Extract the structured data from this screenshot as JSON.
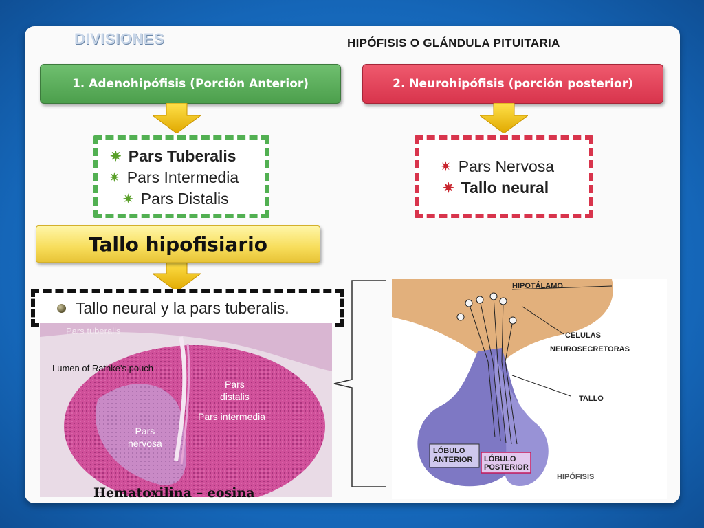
{
  "header": {
    "divisiones": "DIVISIONES",
    "title": "HIPÓFISIS O GLÁNDULA PITUITARIA"
  },
  "division1": {
    "label": "1. Adenohipófisis (Porción Anterior)",
    "items": [
      "Pars Tuberalis",
      "Pars Intermedia",
      "Pars Distalis"
    ],
    "color": "#52b052"
  },
  "division2": {
    "label": "2. Neurohipófisis (porción posterior)",
    "items": [
      "Pars Nervosa",
      "Tallo neural"
    ],
    "color": "#d8344c"
  },
  "tallo": {
    "title": "Tallo hipofisiario",
    "note": "Tallo neural y la pars tuberalis."
  },
  "histology": {
    "labels": {
      "pars_tuberalis": "Pars tuberalis",
      "lumen": "Lumen of Rathke's pouch",
      "pars_distalis_1": "Pars",
      "pars_distalis_2": "distalis",
      "pars_intermedia": "Pars intermedia",
      "pars_nervosa_1": "Pars",
      "pars_nervosa_2": "nervosa"
    },
    "caption": "Hematoxilina – eosina"
  },
  "anatomy": {
    "labels": {
      "hipotalamo": "HIPOTÁLAMO",
      "celulas": "CÉLULAS",
      "neurosecretoras": "NEUROSECRETORAS",
      "tallo": "TALLO",
      "lobulo_anterior_1": "LÓBULO",
      "lobulo_anterior_2": "ANTERIOR",
      "lobulo_posterior_1": "LÓBULO",
      "lobulo_posterior_2": "POSTERIOR",
      "hipofisis": "HIPÓFISIS"
    }
  },
  "icons": {
    "item_bullet": "starburst-icon",
    "note_bullet": "sphere-bullet-icon",
    "arrows": "down-arrow-icon"
  }
}
